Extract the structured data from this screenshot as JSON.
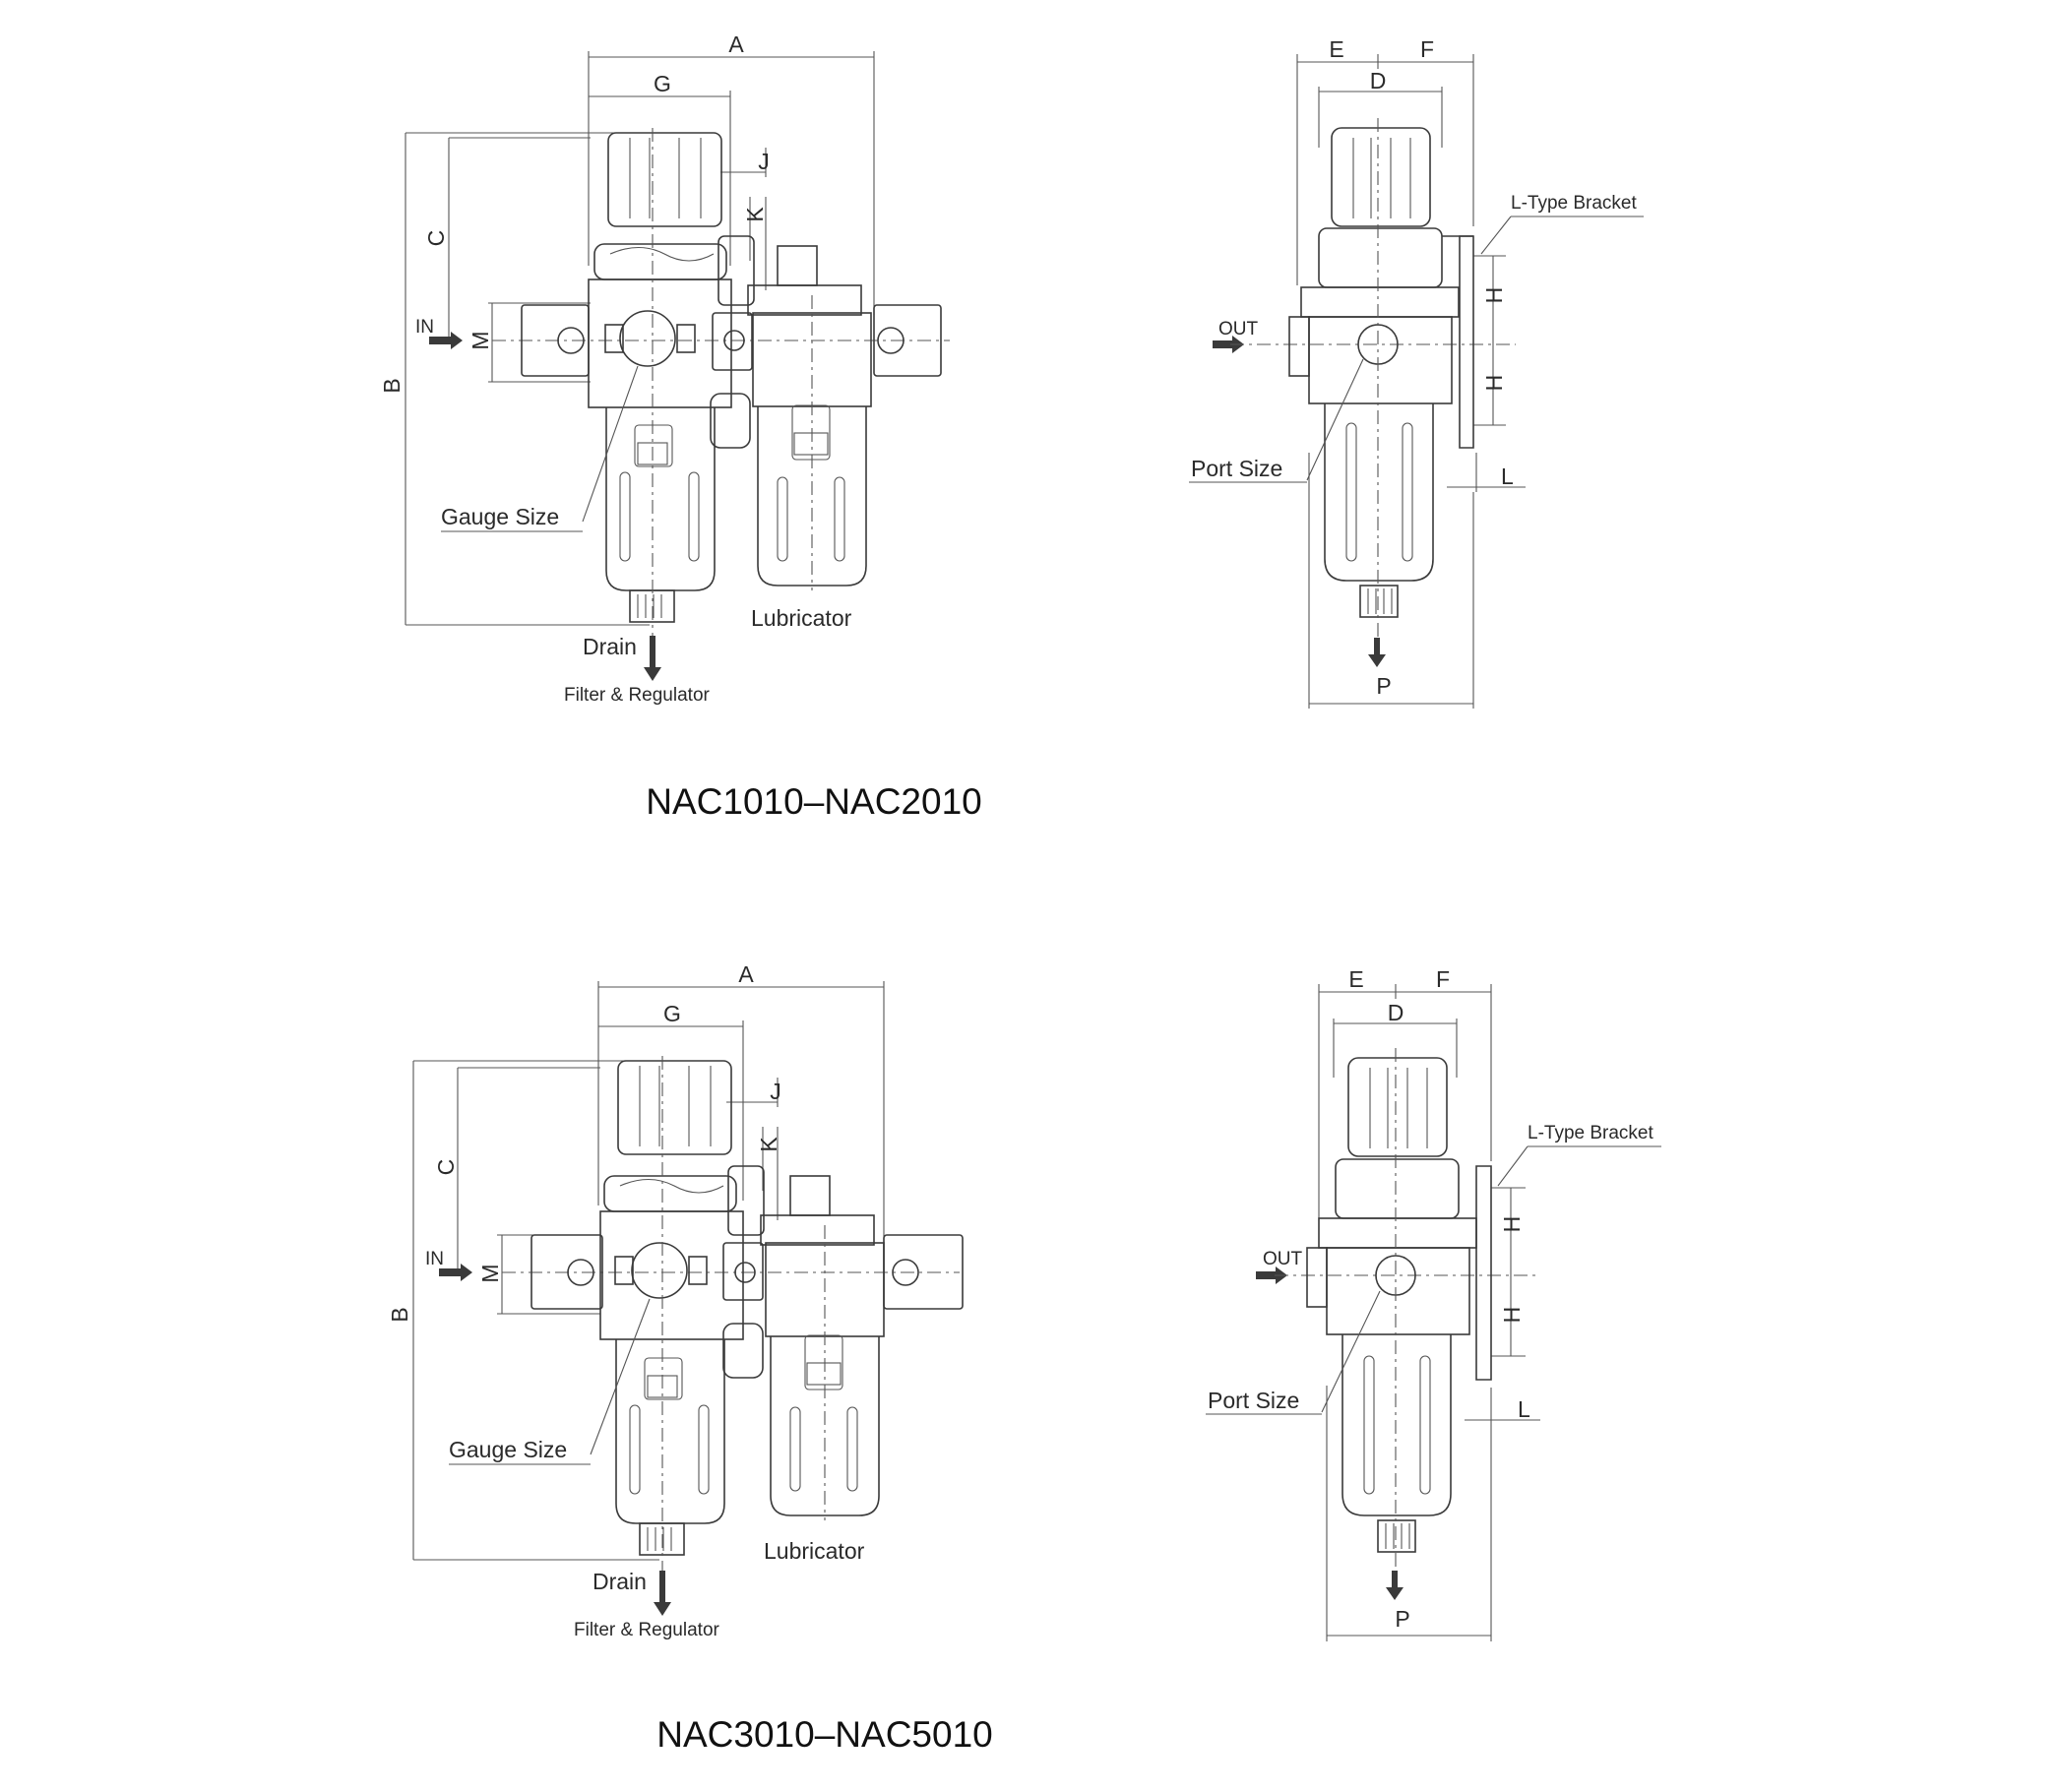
{
  "sections": [
    {
      "title": "NAC1010–NAC2010",
      "front": {
        "dims": {
          "A": "A",
          "G": "G",
          "J": "J",
          "K": "K",
          "C": "C",
          "B": "B",
          "M": "M"
        },
        "in_label": "IN",
        "gauge_label": "Gauge Size",
        "drain_label": "Drain",
        "lubricator_label": "Lubricator",
        "filter_label": "Filter & Regulator"
      },
      "side": {
        "dims": {
          "E": "E",
          "F": "F",
          "D": "D",
          "H1": "H",
          "H2": "H",
          "L": "L",
          "P": "P"
        },
        "out_label": "OUT",
        "port_label": "Port Size",
        "bracket_label": "L-Type Bracket"
      }
    },
    {
      "title": "NAC3010–NAC5010",
      "front": {
        "dims": {
          "A": "A",
          "G": "G",
          "J": "J",
          "K": "K",
          "C": "C",
          "B": "B",
          "M": "M"
        },
        "in_label": "IN",
        "gauge_label": "Gauge Size",
        "drain_label": "Drain",
        "lubricator_label": "Lubricator",
        "filter_label": "Filter & Regulator"
      },
      "side": {
        "dims": {
          "E": "E",
          "F": "F",
          "D": "D",
          "H1": "H",
          "H2": "H",
          "L": "L",
          "P": "P"
        },
        "out_label": "OUT",
        "port_label": "Port Size",
        "bracket_label": "L-Type Bracket"
      }
    }
  ]
}
